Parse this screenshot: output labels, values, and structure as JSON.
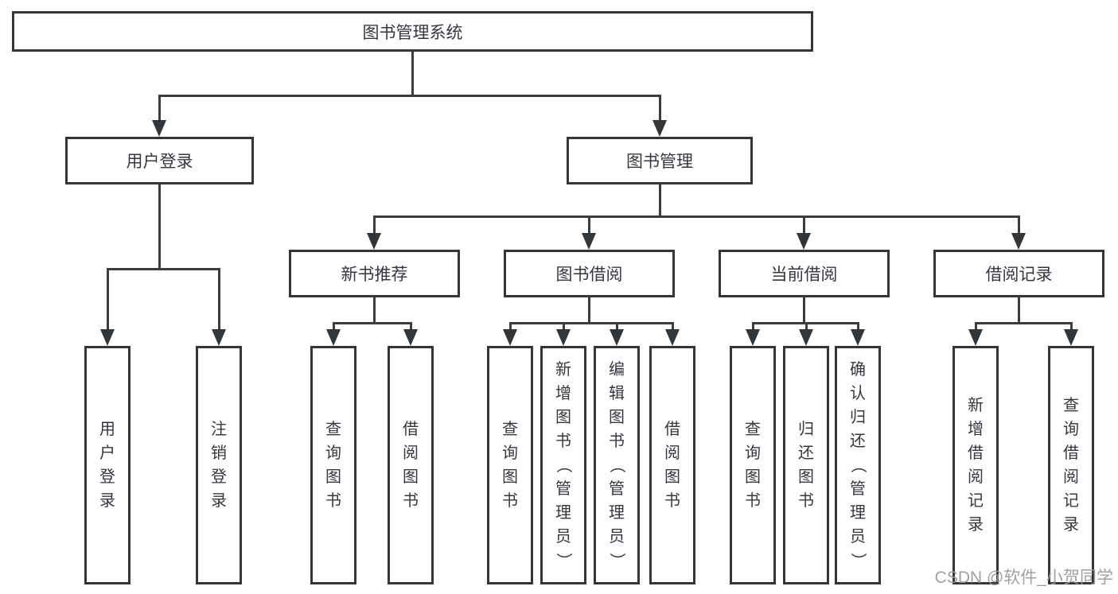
{
  "diagram": {
    "root": {
      "label": "图书管理系统"
    },
    "level2": [
      {
        "label": "用户登录",
        "children": [
          "用户登录",
          "注销登录"
        ]
      },
      {
        "label": "图书管理"
      }
    ],
    "level3": [
      {
        "label": "新书推荐",
        "children": [
          "查询图书",
          "借阅图书"
        ]
      },
      {
        "label": "图书借阅",
        "children": [
          "查询图书",
          "新增图书（管理员）",
          "编辑图书（管理员）",
          "借阅图书"
        ]
      },
      {
        "label": "当前借阅",
        "children": [
          "查询图书",
          "归还图书",
          "确认归还（管理员）"
        ]
      },
      {
        "label": "借阅记录",
        "children": [
          "新增借阅记录",
          "查询借阅记录"
        ]
      }
    ]
  },
  "watermark": "CSDN @软件_小贺同学",
  "colors": {
    "line": "#3a3d40",
    "box_border": "#333639",
    "text": "#34383e",
    "watermark": "#989898",
    "background": "#ffffff"
  }
}
